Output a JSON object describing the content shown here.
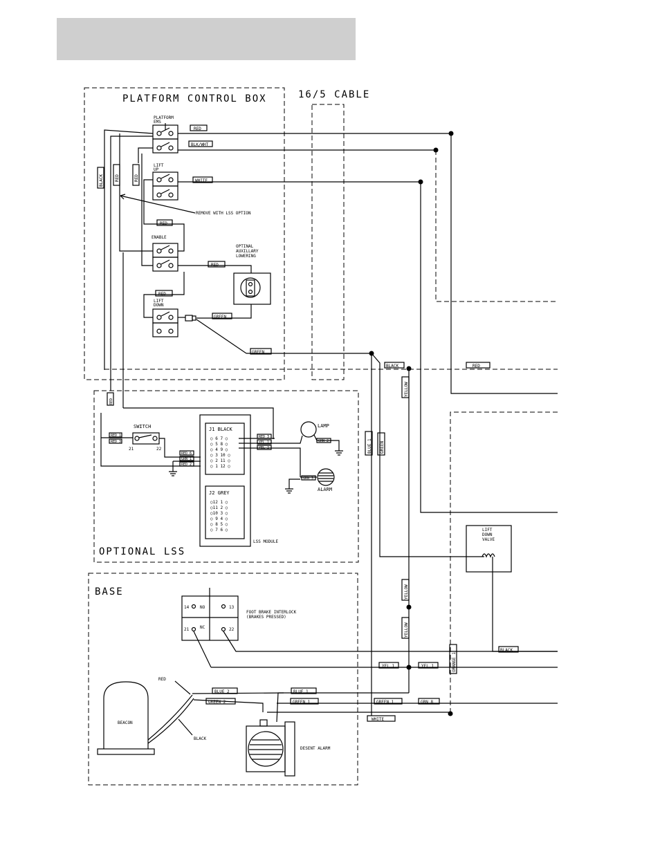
{
  "colors": {
    "header_bar": "#cfcfcf",
    "ink": "#000000"
  },
  "sections": {
    "platform_control_box": "PLATFORM CONTROL BOX",
    "cable": "16/5 CABLE",
    "optional_lss": "OPTIONAL LSS",
    "base": "BASE"
  },
  "switches": {
    "platform_ems": [
      "PLATFORM",
      "EMS"
    ],
    "lift_up": [
      "LIFT",
      "UP"
    ],
    "enable": "ENABLE",
    "lift_down": [
      "LIFT",
      "DOWN"
    ],
    "switch": "SWITCH",
    "switch_pin_left": "21",
    "switch_pin_right": "22"
  },
  "notes": {
    "remove_lss": "REMOVE WITH LSS OPTION",
    "aux_lowering": [
      "OPTINAL",
      "AUXILLARY",
      "LOWERING"
    ],
    "foot_brake": [
      "FOOT BRAKE INTERLOCK",
      "(BRAKES PRESSED)"
    ]
  },
  "modules": {
    "j1": "J1 BLACK",
    "j2": "J2 GREY",
    "lss_module": "LSS MODULE",
    "j1_pins": [
      "○ 6   7 ○",
      "○ 5   8 ○",
      "○ 4   9 ○",
      "○ 3  10 ○",
      "○ 2  11 ○",
      "○ 1  12 ○"
    ],
    "j2_pins": [
      "○12  1 ○",
      "○11  2 ○",
      "○10  3 ○",
      "○ 9  4 ○",
      "○ 8  5 ○",
      "○ 7  6 ○"
    ]
  },
  "components": {
    "lamp": "LAMP",
    "alarm": "ALARM",
    "lift_down_valve": [
      "LIFT",
      "DOWN",
      "VALVE"
    ],
    "beacon": "BEACON",
    "desent_alarm": "DESENT ALARM",
    "fb_no": "NO",
    "fb_nc": "NC",
    "fb_14": "14",
    "fb_13": "13",
    "fb_21": "21",
    "fb_22": "22"
  },
  "wire_labels": {
    "red": "RED",
    "blk_wht": "BLK/WHT",
    "white": "WHITE",
    "green": "GREEN",
    "black": "BLACK",
    "yellow": "YELLOW",
    "blue1": "BLUE 1",
    "blue2": "BLUE 2",
    "green1": "GREEN 1",
    "green2": "GREEN 2",
    "grn8": "GRN 8",
    "yel1": "YEL 1",
    "orange1": "ORANGE 1",
    "red1": "RED 1",
    "red2": "RED 2",
    "red3": "RED 3",
    "red6": "RED 6",
    "yel2": "YEL 2",
    "grn1": "GRN 1",
    "grn2": "GRN 2",
    "grn3": "GRN 3",
    "grn4": "GRN 4",
    "blk": "BLK",
    "lamp_grn": "GRN 2",
    "alarm_grn": "GRN 3"
  }
}
